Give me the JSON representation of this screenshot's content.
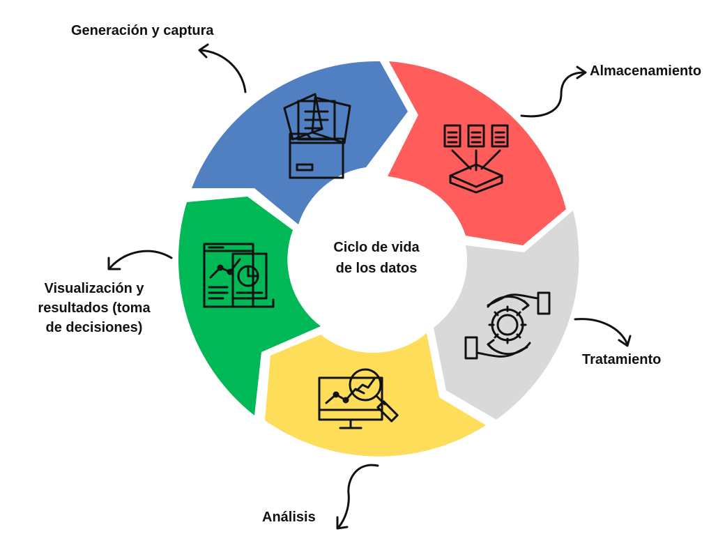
{
  "center": {
    "line1": "Ciclo de vida",
    "line2": "de los datos"
  },
  "stages": [
    {
      "label": "Generación y captura",
      "color": "#5080C1",
      "icon": "folder-documents-icon"
    },
    {
      "label": "Almacenamiento",
      "color": "#FF5C5C",
      "icon": "files-to-storage-icon"
    },
    {
      "label": "Tratamiento",
      "color": "#D9D9D9",
      "icon": "hands-gear-icon"
    },
    {
      "label": "Análisis",
      "color": "#FEDD5A",
      "icon": "monitor-magnifier-chart-icon"
    },
    {
      "label": "Visualización y",
      "label2": "resultados (toma",
      "label3": "de decisiones)",
      "color": "#00B856",
      "icon": "dashboard-report-icon"
    }
  ]
}
